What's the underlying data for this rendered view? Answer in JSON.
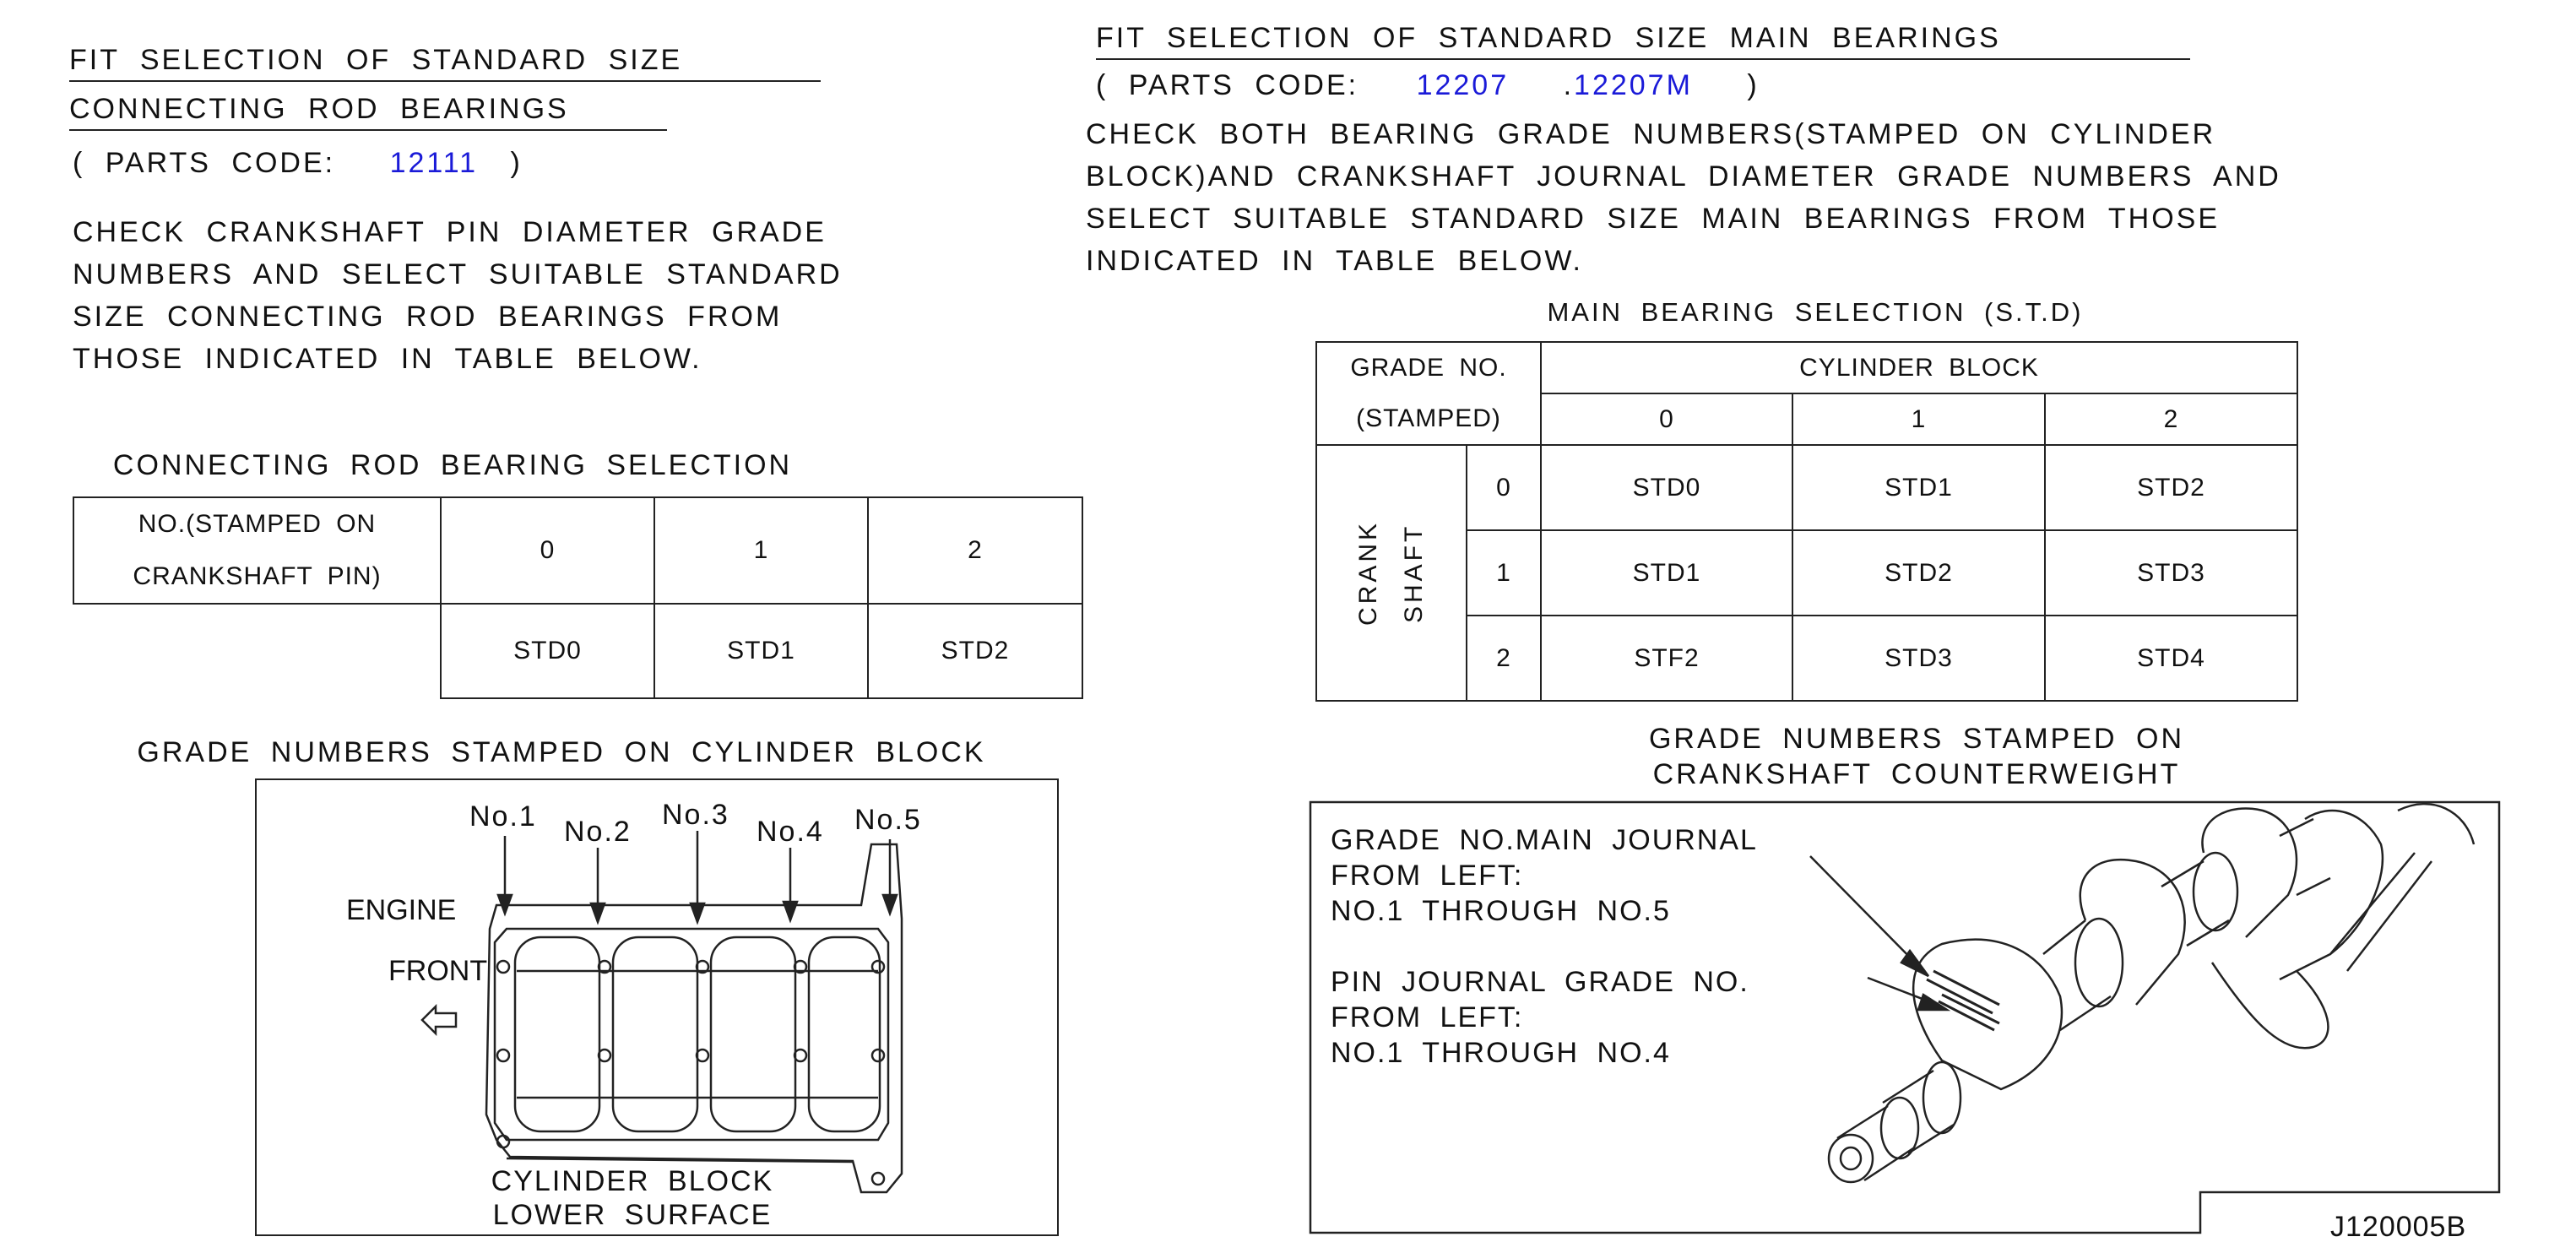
{
  "left": {
    "title_line1": "FIT SELECTION OF STANDARD SIZE",
    "title_line2": "CONNECTING ROD BEARINGS",
    "parts_code_label": "( PARTS CODE:",
    "parts_code": "12111",
    "parts_code_close": ")",
    "instruction": "CHECK CRANKSHAFT PIN DIAMETER GRADE NUMBERS AND SELECT SUITABLE STANDARD SIZE CONNECTING ROD BEARINGS FROM THOSE INDICATED IN TABLE BELOW.",
    "table_caption": "CONNECTING ROD BEARING SELECTION",
    "table": {
      "header_line1": "NO.(STAMPED ON",
      "header_line2": "CRANKSHAFT PIN)",
      "grades": [
        "0",
        "1",
        "2"
      ],
      "bearings": [
        "STD0",
        "STD1",
        "STD2"
      ]
    },
    "diagram_caption": "GRADE NUMBERS STAMPED ON CYLINDER BLOCK",
    "diagram": {
      "positions": [
        "No.1",
        "No.2",
        "No.3",
        "No.4",
        "No.5"
      ],
      "engine_label": "ENGINE",
      "front_label": "FRONT",
      "bottom_line1": "CYLINDER BLOCK",
      "bottom_line2": "LOWER SURFACE"
    }
  },
  "right": {
    "title": "FIT SELECTION OF STANDARD SIZE MAIN BEARINGS",
    "parts_code_label": "( PARTS CODE:",
    "parts_code_1": "12207",
    "parts_code_sep": ".",
    "parts_code_2": "12207M",
    "parts_code_close": ")",
    "instruction": "CHECK BOTH BEARING GRADE NUMBERS(STAMPED ON CYLINDER BLOCK)AND CRANKSHAFT JOURNAL DIAMETER GRADE NUMBERS AND SELECT SUITABLE STANDARD SIZE MAIN BEARINGS FROM THOSE INDICATED IN TABLE BELOW.",
    "table_caption": "MAIN BEARING SELECTION (S.T.D)",
    "table": {
      "grade_no": "GRADE NO.",
      "stamped": "(STAMPED)",
      "cylinder_block": "CYLINDER BLOCK",
      "crank": "CRANK",
      "shaft": "SHAFT",
      "block_grades": [
        "0",
        "1",
        "2"
      ],
      "crank_grades": [
        "0",
        "1",
        "2"
      ],
      "rows": [
        [
          "STD0",
          "STD1",
          "STD2"
        ],
        [
          "STD1",
          "STD2",
          "STD3"
        ],
        [
          "STF2",
          "STD3",
          "STD4"
        ]
      ]
    },
    "diagram_caption_line1": "GRADE NUMBERS STAMPED ON",
    "diagram_caption_line2": "CRANKSHAFT COUNTERWEIGHT",
    "diagram": {
      "main_line1": "GRADE NO.MAIN JOURNAL",
      "main_line2": "FROM LEFT:",
      "main_line3": "NO.1 THROUGH NO.5",
      "pin_line1": "PIN JOURNAL GRADE NO.",
      "pin_line2": "FROM LEFT:",
      "pin_line3": "NO.1 THROUGH NO.4"
    }
  },
  "figure_id": "J120005B"
}
